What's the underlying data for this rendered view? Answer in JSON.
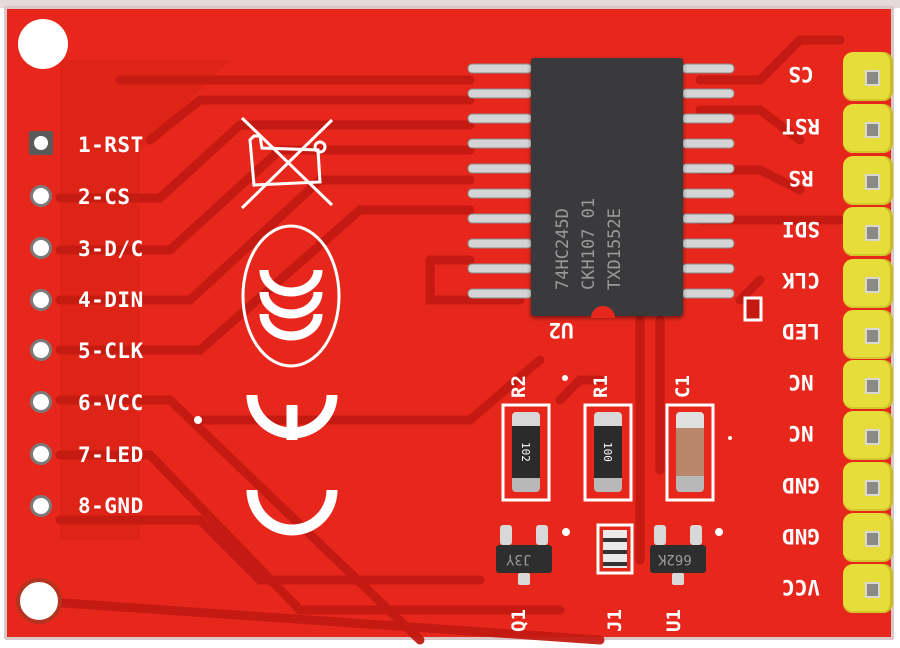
{
  "board": {
    "description": "Red SPI TFT display breakout PCB",
    "colors": {
      "pcb": "#e8271c",
      "trace": "#c41a12",
      "silkscreen": "#ffffff",
      "header": "#e6dc3a",
      "chip": "#3a3a3c"
    }
  },
  "left_pins": [
    {
      "label": "1-RST",
      "shape": "square"
    },
    {
      "label": "2-CS",
      "shape": "round"
    },
    {
      "label": "3-D/C",
      "shape": "round"
    },
    {
      "label": "4-DIN",
      "shape": "round"
    },
    {
      "label": "5-CLK",
      "shape": "round"
    },
    {
      "label": "6-VCC",
      "shape": "round"
    },
    {
      "label": "7-LED",
      "shape": "round"
    },
    {
      "label": "8-GND",
      "shape": "round"
    }
  ],
  "right_header": [
    {
      "label": "CS"
    },
    {
      "label": "RST"
    },
    {
      "label": "RS"
    },
    {
      "label": "SDI"
    },
    {
      "label": "CLK"
    },
    {
      "label": "LED"
    },
    {
      "label": "NC"
    },
    {
      "label": "NC"
    },
    {
      "label": "GND"
    },
    {
      "label": "GND"
    },
    {
      "label": "VCC"
    }
  ],
  "ic": {
    "ref": "U2",
    "marking_lines": [
      "74HC245D",
      "CKH107   01",
      "TXD1552E"
    ]
  },
  "components": [
    {
      "ref": "R2",
      "marking": "102"
    },
    {
      "ref": "R1",
      "marking": "100"
    },
    {
      "ref": "C1",
      "marking": ""
    },
    {
      "ref": "Q1",
      "marking": "J3Y"
    },
    {
      "ref": "J1",
      "marking": ""
    },
    {
      "ref": "U1",
      "marking": "662K"
    }
  ],
  "logos": [
    "weee-crossed-bin-icon",
    "rohs-logo",
    "ce-mark"
  ]
}
